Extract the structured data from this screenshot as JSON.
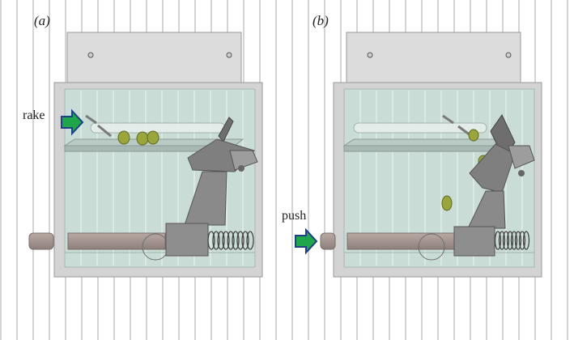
{
  "panels": [
    {
      "label": "(a)",
      "action_label": "rake"
    },
    {
      "label": "(b)",
      "action_label": "push"
    }
  ],
  "colors": {
    "background_stripe": "#d4d4d4",
    "frame": "#d3d3d3",
    "glass": "#c9dcd6",
    "shelf": "#b9c9c4",
    "tube": "#a99a94",
    "metal": "#808080",
    "spring": "#444444",
    "grape": "#9aa63a",
    "arrow_fill": "#1fa64a",
    "arrow_stroke": "#1f3f8a"
  },
  "icons": [
    "arrow-right-icon",
    "screw-icon",
    "grape-icon",
    "spring-icon"
  ]
}
